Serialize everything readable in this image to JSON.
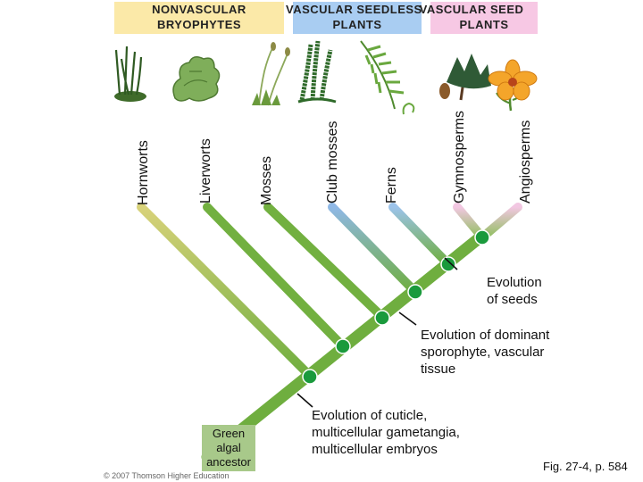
{
  "groups": {
    "nonvascular": [
      "NONVASCULAR",
      "BRYOPHYTES"
    ],
    "seedless": [
      "VASCULAR SEEDLESS",
      "PLANTS"
    ],
    "seed": [
      "VASCULAR SEED",
      "PLANTS"
    ]
  },
  "taxa": [
    "Hornworts",
    "Liverworts",
    "Mosses",
    "Club mosses",
    "Ferns",
    "Gymnosperms",
    "Angiosperms"
  ],
  "annotations": {
    "seeds": [
      "Evolution",
      "of seeds"
    ],
    "sporophyte": [
      "Evolution of dominant",
      "sporophyte, vascular",
      "tissue"
    ],
    "cuticle": [
      "Evolution of cuticle,",
      "multicellular gametangia,",
      "multicellular embryos"
    ]
  },
  "ancestor": [
    "Green",
    "algal",
    "ancestor"
  ],
  "copyright": "© 2007 Thomson Higher Education",
  "figure_ref": "Fig. 27-4, p. 584",
  "colors": {
    "trunk": "#6fae3f",
    "node": "#1a9a3c",
    "nonvascular_band": "#fbe9a8",
    "seedless_band": "#a9cdf2",
    "seed_band": "#f7c8e4",
    "ancestor_box": "#a8c98a"
  }
}
